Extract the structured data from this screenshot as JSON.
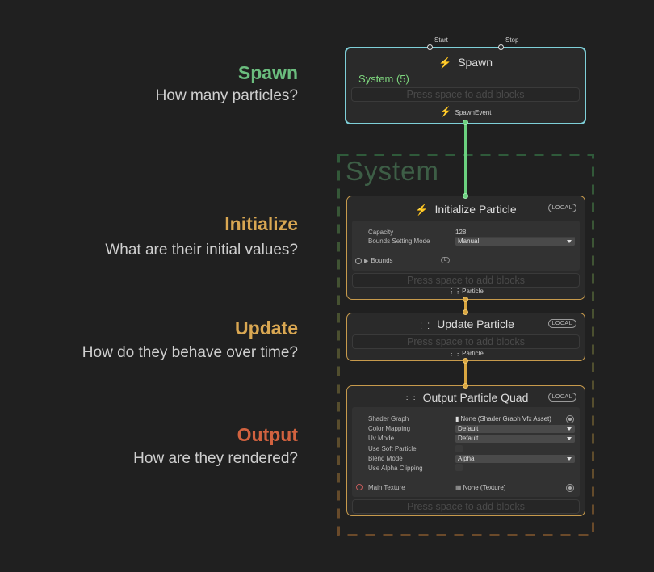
{
  "labels": {
    "spawn": {
      "title": "Spawn",
      "question": "How many particles?",
      "color": "#6bbd7e"
    },
    "initialize": {
      "title": "Initialize",
      "question": "What are their initial values?",
      "color": "#d9a752"
    },
    "update": {
      "title": "Update",
      "question": "How do they behave over time?",
      "color": "#d9a752"
    },
    "output": {
      "title": "Output",
      "question": "How are they rendered?",
      "color": "#d2623f"
    }
  },
  "system_title": "System",
  "spawn_node": {
    "port_start": "Start",
    "port_stop": "Stop",
    "title": "Spawn",
    "system_label": "System (5)",
    "press": "Press space to add blocks",
    "event": "SpawnEvent",
    "border_color": "#7ecfd8"
  },
  "initialize_node": {
    "title": "Initialize Particle",
    "badge": "LOCAL",
    "capacity_label": "Capacity",
    "capacity_value": "128",
    "bounds_mode_label": "Bounds Setting Mode",
    "bounds_mode_value": "Manual",
    "bounds_label": "Bounds",
    "bounds_space": "L",
    "press": "Press space to add blocks",
    "flow": "Particle",
    "border_color": "#c79a4c"
  },
  "update_node": {
    "title": "Update Particle",
    "badge": "LOCAL",
    "press": "Press space to add blocks",
    "flow": "Particle",
    "border_color": "#c79a4c"
  },
  "output_node": {
    "title": "Output Particle Quad",
    "badge": "LOCAL",
    "shader_graph_label": "Shader Graph",
    "shader_graph_value": "None (Shader Graph Vfx Asset)",
    "color_mapping_label": "Color Mapping",
    "color_mapping_value": "Default",
    "uv_mode_label": "Uv Mode",
    "uv_mode_value": "Default",
    "soft_particle_label": "Use Soft Particle",
    "blend_mode_label": "Blend Mode",
    "blend_mode_value": "Alpha",
    "alpha_clipping_label": "Use Alpha Clipping",
    "main_texture_label": "Main Texture",
    "main_texture_value": "None (Texture)",
    "press": "Press space to add blocks",
    "border_color": "#c79a4c"
  },
  "colors": {
    "spawn_link": "#6bd17f",
    "flow_link": "#d9a640",
    "system_dash": "#2f5a3a",
    "system_dash_bottom": "#6b4a2a"
  }
}
